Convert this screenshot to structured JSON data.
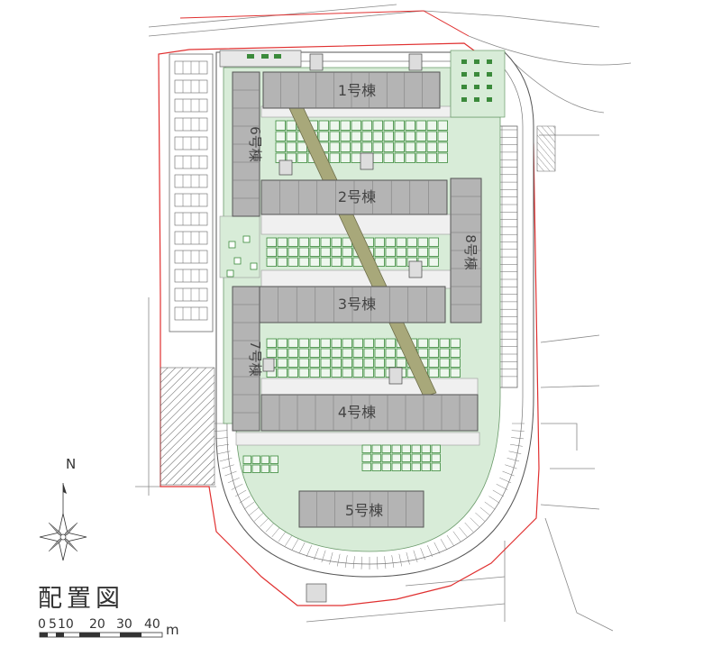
{
  "title": "配置図",
  "north_label": "N",
  "scale": {
    "ticks": [
      "0",
      "5",
      "10",
      "20",
      "30",
      "40"
    ],
    "unit": "m"
  },
  "buildings": [
    {
      "id": "1",
      "label": "1号棟"
    },
    {
      "id": "2",
      "label": "2号棟"
    },
    {
      "id": "3",
      "label": "3号棟"
    },
    {
      "id": "4",
      "label": "4号棟"
    },
    {
      "id": "5",
      "label": "5号棟"
    },
    {
      "id": "6",
      "label": "6号棟"
    },
    {
      "id": "7",
      "label": "7号棟"
    },
    {
      "id": "8",
      "label": "8号棟"
    }
  ],
  "colors": {
    "building": "#b4b4b4",
    "building_edge": "#555555",
    "green": "#d8ecd8",
    "garden_line": "#3b8a3b",
    "boundary": "#e03030",
    "walkway": "#a8a87a",
    "line": "#555555"
  }
}
